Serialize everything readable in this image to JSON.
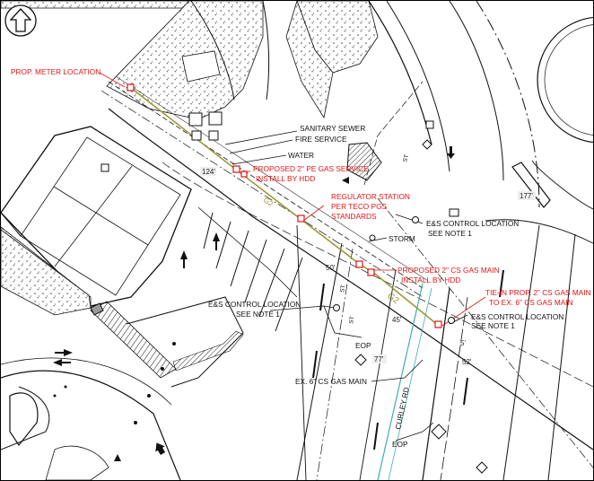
{
  "labels": {
    "prop_meter_location": "PROP. METER LOCATION",
    "sanitary_sewer": "SANITARY SEWER",
    "fire_service": "FIRE SERVICE",
    "water": "WATER",
    "proposed_pe_line1": "PROPOSED 2\" PE GAS SERVICE",
    "proposed_pe_line2": "INSTALL BY HDD",
    "regulator_line1": "REGULATOR STATION",
    "regulator_line2": "PER TECO PGS",
    "regulator_line3": "STANDARDS",
    "es_control_1_line1": "E&S CONTROL LOCATION",
    "es_control_1_line2": "SEE NOTE 1",
    "storm": "STORM",
    "proposed_cs_line1": "PROPOSED 2\" CS GAS MAIN",
    "proposed_cs_line2": "INSTALL BY HDD",
    "tiein_line1": "TIE-IN PROP. 2\" CS GAS MAIN",
    "tiein_line2": "TO EX. 6\" CS GAS MAIN",
    "es_control_2_line1": "E&S CONTROL LOCATION",
    "es_control_2_line2": "SEE NOTE 1",
    "es_control_3_line1": "E&S CONTROL LOCATION",
    "es_control_3_line2": "SEE NOTE 1",
    "eop_1": "EOP",
    "eop_2": "EOP",
    "ex_gas_main": "EX. 6\" CS GAS MAIN",
    "road_name": "CURLEY RD",
    "gas_tag_1": "G2",
    "gas_tag_2": "G2",
    "st_1": "ST",
    "st_2": "ST",
    "st_3": "ST"
  },
  "dimensions": {
    "d124": "124'",
    "d177": "177'",
    "d50": "50'",
    "d45": "45'",
    "d5": "5'",
    "d77": "77'",
    "d52": "52'"
  },
  "colors": {
    "callout_red": "#e01414",
    "gas_line": "#9a9a3a",
    "water_line": "#3cb0b0",
    "linework": "#111111"
  },
  "icons": {
    "north_arrow": "north-arrow-icon"
  }
}
